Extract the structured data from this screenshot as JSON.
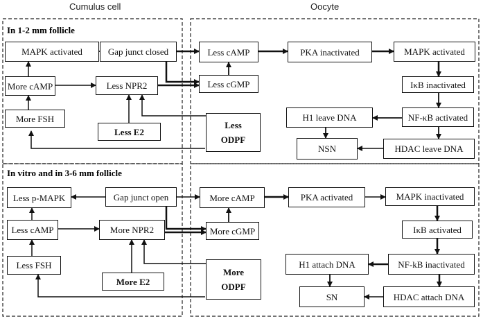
{
  "headers": {
    "cumulus": "Cumulus cell",
    "oocyte": "Oocyte"
  },
  "top": {
    "section_label": "In 1-2 mm follicle",
    "mapk_activated_c": "MAPK activated",
    "gap_closed": "Gap junct closed",
    "more_camp": "More cAMP",
    "less_npr2": "Less NPR2",
    "more_fsh": "More FSH",
    "less_e2": "Less E2",
    "odpf_line1": "Less",
    "odpf_line2": "ODPF",
    "less_camp": "Less cAMP",
    "less_cgmp": "Less cGMP",
    "pka_inactivated": "PKA inactivated",
    "mapk_activated_o": "MAPK activated",
    "ikb_inactivated": "IκB inactivated",
    "nfkb_activated": "NF-κB activated",
    "h1_leave": "H1 leave DNA",
    "hdac_leave": "HDAC leave DNA",
    "nsn": "NSN"
  },
  "bottom": {
    "section_label": "In vitro and in 3-6 mm follicle",
    "less_pmapk": "Less p-MAPK",
    "gap_open": "Gap junct open",
    "less_camp": "Less cAMP",
    "more_npr2": "More NPR2",
    "less_fsh": "Less FSH",
    "more_e2": "More E2",
    "odpf_line1": "More",
    "odpf_line2": "ODPF",
    "more_camp": "More cAMP",
    "more_cgmp": "More cGMP",
    "pka_activated": "PKA activated",
    "mapk_inactivated": "MAPK inactivated",
    "ikb_activated": "IκB activated",
    "nfkb_inactivated": "NF-kB inactivated",
    "h1_attach": "H1 attach DNA",
    "hdac_attach": "HDAC attach DNA",
    "sn": "SN"
  },
  "colors": {
    "line": "#111111",
    "dashed_border": "#222222"
  }
}
